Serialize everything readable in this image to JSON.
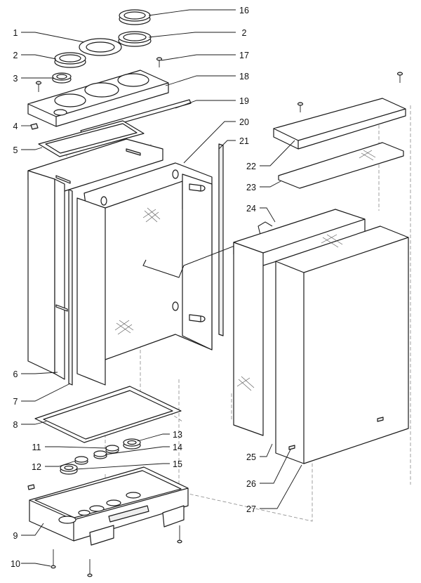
{
  "callouts": [
    "1",
    "2",
    "2",
    "3",
    "4",
    "5",
    "6",
    "7",
    "8",
    "9",
    "10",
    "11",
    "12",
    "13",
    "14",
    "15",
    "16",
    "17",
    "18",
    "19",
    "20",
    "21",
    "22",
    "23",
    "24",
    "25",
    "26",
    "27"
  ]
}
